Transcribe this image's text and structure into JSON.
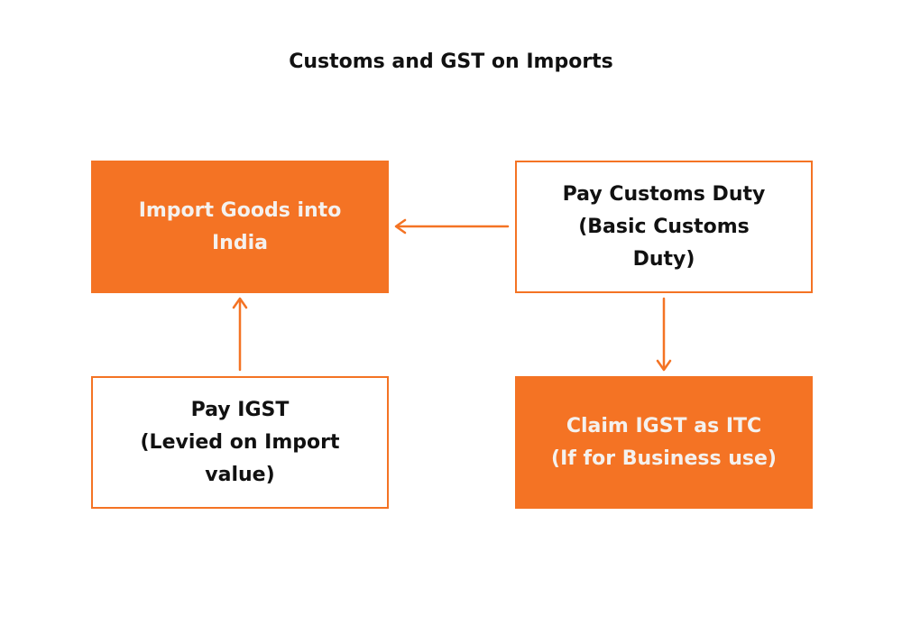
{
  "title": "Customs and GST on Imports",
  "colors": {
    "accent": "#f47324",
    "filled_text": "#f4f1ee",
    "text": "#111111"
  },
  "boxes": {
    "import_goods": {
      "label": "Import Goods into\nIndia",
      "style": "filled"
    },
    "pay_customs": {
      "label": "Pay Customs Duty\n(Basic Customs\nDuty)",
      "style": "outline"
    },
    "pay_igst": {
      "label": "Pay IGST\n(Levied on Import\nvalue)",
      "style": "outline"
    },
    "claim_itc": {
      "label": "Claim IGST as ITC\n(If for Business use)",
      "style": "filled"
    }
  },
  "arrows": [
    {
      "from": "pay_customs",
      "to": "import_goods"
    },
    {
      "from": "pay_igst",
      "to": "import_goods"
    },
    {
      "from": "pay_customs",
      "to": "claim_itc"
    }
  ]
}
